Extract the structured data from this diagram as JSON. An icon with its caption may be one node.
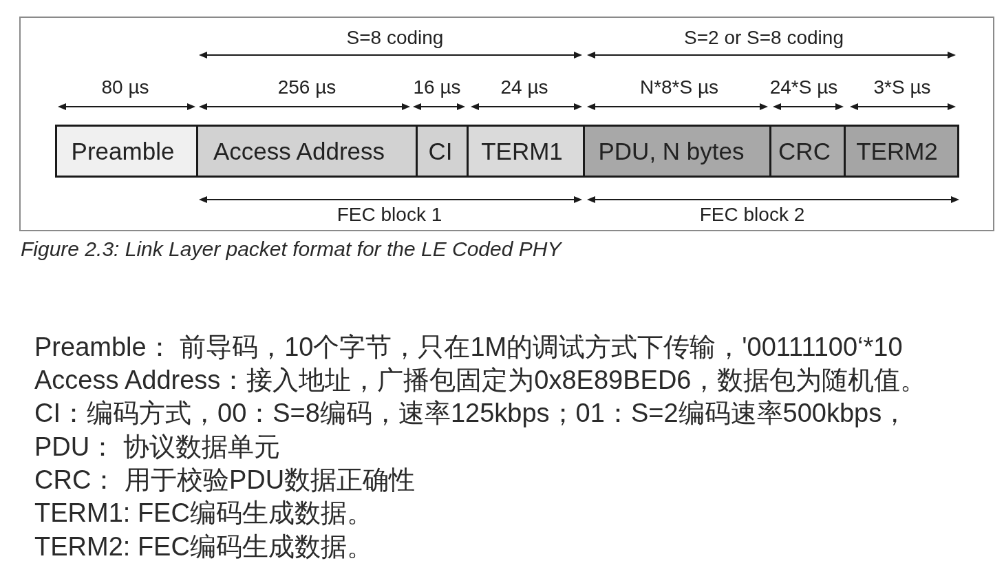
{
  "diagram": {
    "caption": "Figure 2.3: Link Layer packet format for the LE Coded PHY",
    "nodes": [
      {
        "text": [
          "Preamble"
        ]
      },
      {
        "text": [
          "Access Address"
        ]
      },
      {
        "text": [
          "CI"
        ]
      },
      {
        "text": [
          "TERM1"
        ]
      },
      {
        "text": [
          "PDU, N bytes"
        ]
      },
      {
        "text": [
          "CRC"
        ]
      },
      {
        "text": [
          "TERM2"
        ]
      }
    ],
    "labels": [
      "S=8 coding",
      "S=2 or S=8 coding",
      "80 µs",
      "256 µs",
      "16 µs",
      "24 µs",
      "N*8*S µs",
      "24*S µs",
      "3*S µs",
      "FEC block 1",
      "FEC block 2",
      "Preamble： 前导码，10个字节，只在1M的调试方式下传输，'00111100‘*10",
      "Access Address：接入地址，广播包固定为0x8E89BED6，数据包为随机值。",
      "CI：编码方式，00：S=8编码，速率125kbps；01：S=2编码速率500kbps，",
      "PDU： 协议数据单元",
      "CRC： 用于校验PDU数据正确性",
      "TERM1: FEC编码生成数据。",
      "TERM2: FEC编码生成数据。"
    ]
  }
}
